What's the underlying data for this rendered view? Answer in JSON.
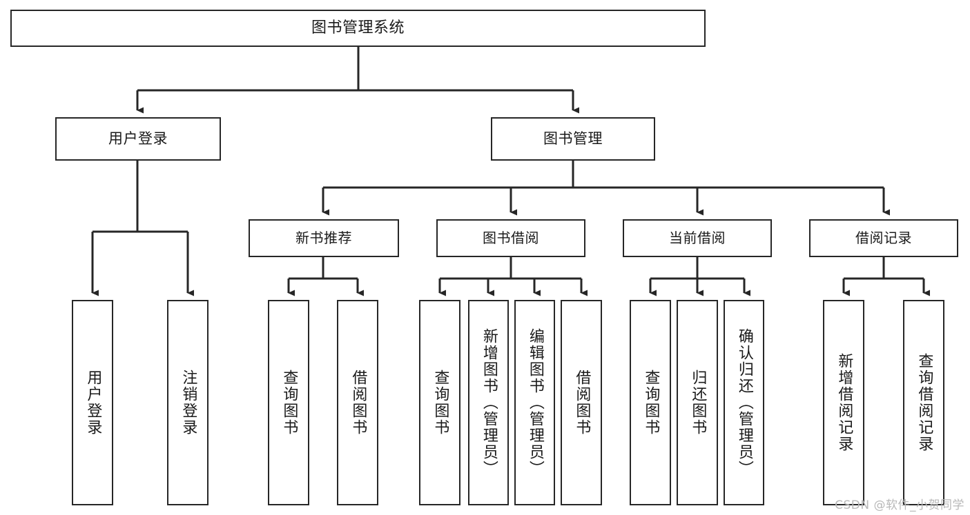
{
  "diagram": {
    "title": "图书管理系统",
    "type": "tree-hierarchy",
    "watermark": "CSDN @软件_小贺同学",
    "colors": {
      "stroke": "#262626",
      "fill": "#ffffff",
      "text": "#1a1a1a",
      "watermark": "#b8b8b8"
    },
    "root": {
      "id": "root",
      "label": "图书管理系统"
    },
    "level1": [
      {
        "id": "user-login",
        "label": "用户登录"
      },
      {
        "id": "book-manage",
        "label": "图书管理"
      }
    ],
    "level2": [
      {
        "id": "new-book-rec",
        "label": "新书推荐"
      },
      {
        "id": "book-borrow",
        "label": "图书借阅"
      },
      {
        "id": "current-borrow",
        "label": "当前借阅"
      },
      {
        "id": "borrow-record",
        "label": "借阅记录"
      }
    ],
    "leaves": {
      "user-login": [
        {
          "id": "leaf-user-login",
          "label": "用户登录"
        },
        {
          "id": "leaf-user-logout",
          "label": "注销登录"
        }
      ],
      "new-book-rec": [
        {
          "id": "leaf-query-book-1",
          "label": "查询图书"
        },
        {
          "id": "leaf-borrow-book-1",
          "label": "借阅图书"
        }
      ],
      "book-borrow": [
        {
          "id": "leaf-query-book-2",
          "label": "查询图书"
        },
        {
          "id": "leaf-add-book",
          "label": "新增图书（管理员）"
        },
        {
          "id": "leaf-edit-book",
          "label": "编辑图书（管理员）"
        },
        {
          "id": "leaf-borrow-book-2",
          "label": "借阅图书"
        }
      ],
      "current-borrow": [
        {
          "id": "leaf-query-book-3",
          "label": "查询图书"
        },
        {
          "id": "leaf-return-book",
          "label": "归还图书"
        },
        {
          "id": "leaf-confirm-return",
          "label": "确认归还（管理员）"
        }
      ],
      "borrow-record": [
        {
          "id": "leaf-add-record",
          "label": "新增借阅记录"
        },
        {
          "id": "leaf-query-record",
          "label": "查询借阅记录"
        }
      ]
    }
  }
}
